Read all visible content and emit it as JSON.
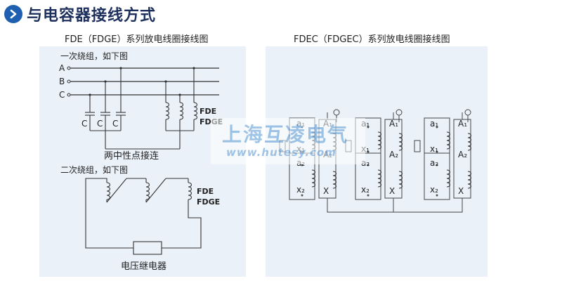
{
  "header": {
    "title": "与电容器接线方式",
    "icon": "chevron-right-icon",
    "accent": "#1f5fb0"
  },
  "left": {
    "title": "FDE（FDGE）系列放电线圈接线图",
    "primary_label": "一次绕组，如下图",
    "phases": [
      "A",
      "B",
      "C"
    ],
    "cap_label": "C",
    "model_fde": "FDE",
    "model_fdge": "FDGE",
    "neutral_label": "两中性点接连",
    "secondary_label": "二次绕组，如下图",
    "relay_label": "电压继电器"
  },
  "right": {
    "title": "FDEC（FDGEC）系列放电线圈接线图",
    "units": [
      {
        "a1": "a₁",
        "x1": "x₁",
        "a2": "a₂",
        "x2": "x₂",
        "A1": "A₁",
        "A2": "A₂",
        "X": "X"
      },
      {
        "a1": "a₁",
        "x1": "x₁",
        "a2": "a₂",
        "x2": "x₂",
        "A1": "A₁",
        "A2": "A₂",
        "X": "X"
      },
      {
        "a1": "a₁",
        "x1": "x₁",
        "a2": "a₂",
        "x2": "x₂",
        "A1": "A₁",
        "A2": "A₂",
        "X": "X"
      }
    ]
  },
  "watermark": {
    "cn": "上海互凌电气",
    "url": "www.hutesy.com"
  }
}
